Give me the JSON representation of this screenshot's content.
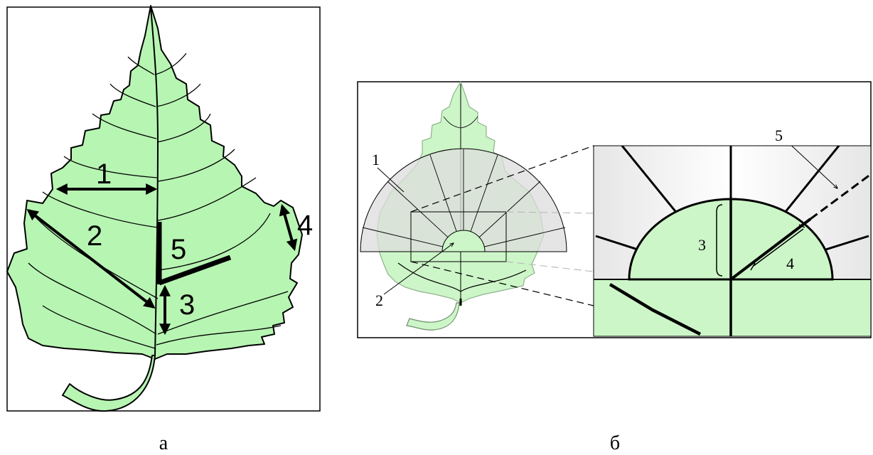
{
  "colors": {
    "leaf_fill": "#b7f5b2",
    "leaf_fill_light": "#cdf6c8",
    "sector_fill": "#e4e4e4",
    "outline": "#000000"
  },
  "panel_a": {
    "caption": "а",
    "labels": {
      "one": "1",
      "two": "2",
      "three": "3",
      "four": "4",
      "five": "5"
    }
  },
  "panel_b": {
    "caption": "б",
    "labels": {
      "one": "1",
      "two": "2"
    },
    "zoom_labels": {
      "three": "3",
      "four": "4",
      "five": "5"
    }
  }
}
